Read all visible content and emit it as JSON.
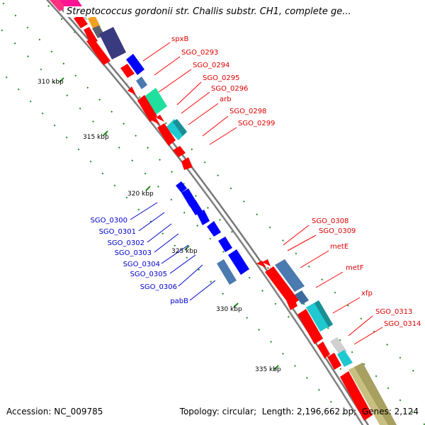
{
  "title": "Streptococcus gordonii str. Challis substr. CH1, complete ge...",
  "footer": {
    "accession_label": "Accession:",
    "accession": "NC_009785",
    "topology_label": "Topology:",
    "topology": "circular",
    "length_label": "Length:",
    "length": "2,196,662 bp",
    "genes_label": "Genes:",
    "genes": "2,124"
  },
  "colors": {
    "forward_label": "#dd0000",
    "reverse_label": "#0000cc",
    "backbone": "#888888",
    "tick": "#228b22",
    "cds_red": "#ff0000",
    "cds_blue": "#0000ff",
    "cds_cyan": "#20c8d0",
    "cds_green": "#20e0a0",
    "cds_steel": "#4a7ab0",
    "cds_navy": "#3a3a80",
    "cds_olive": "#c8c080",
    "cds_grey": "#c8c8c8",
    "cds_orange": "#f0a020"
  },
  "ticks": [
    "310 kbp",
    "315 kbp",
    "320 kbp",
    "325 kbp",
    "330 kbp",
    "335 kbp"
  ],
  "forward_genes": [
    "spxB",
    "SGO_0293",
    "SGO_0294",
    "SGO_0295",
    "SGO_0296",
    "arb",
    "SGO_0298",
    "SGO_0299",
    "SGO_0308",
    "SGO_0309",
    "metE",
    "metF",
    "xfp",
    "SGO_0313",
    "SGO_0314"
  ],
  "reverse_genes": [
    "SGO_0300",
    "SGO_0301",
    "SGO_0302",
    "SGO_0303",
    "SGO_0304",
    "SGO_0305",
    "SGO_0306",
    "pabB"
  ]
}
